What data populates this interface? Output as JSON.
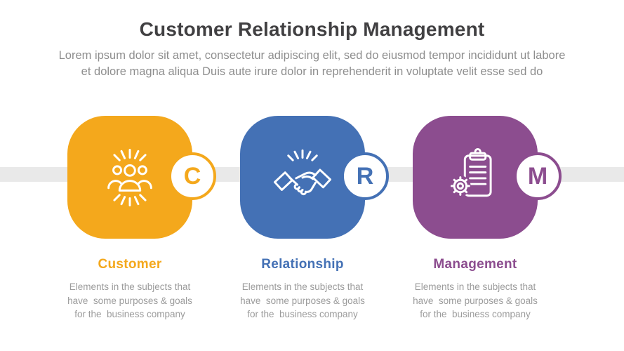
{
  "header": {
    "title": "Customer Relationship Management",
    "subtitle": "Lorem ipsum dolor sit amet, consectetur adipiscing elit, sed do eiusmod tempor incididunt ut labore\net dolore magna aliqua Duis aute irure dolor in reprehenderit in voluptate velit esse sed do"
  },
  "timeline": {
    "band_color": "#E9E9E9"
  },
  "items": [
    {
      "letter": "C",
      "label": "Customer",
      "accent": "#F4A81C",
      "icon": "people-group-icon",
      "description": "Elements in the subjects that\nhave  some purposes & goals\nfor the  business company"
    },
    {
      "letter": "R",
      "label": "Relationship",
      "accent": "#4471B5",
      "icon": "handshake-icon",
      "description": "Elements in the subjects that\nhave  some purposes & goals\nfor the  business company"
    },
    {
      "letter": "M",
      "label": "Management",
      "accent": "#8C4D8F",
      "icon": "clipboard-gear-icon",
      "description": "Elements in the subjects that\nhave  some purposes & goals\nfor the  business company"
    }
  ],
  "text_colors": {
    "title": "#414042",
    "subtitle": "#8E8E8E",
    "description": "#9B9B9B"
  }
}
